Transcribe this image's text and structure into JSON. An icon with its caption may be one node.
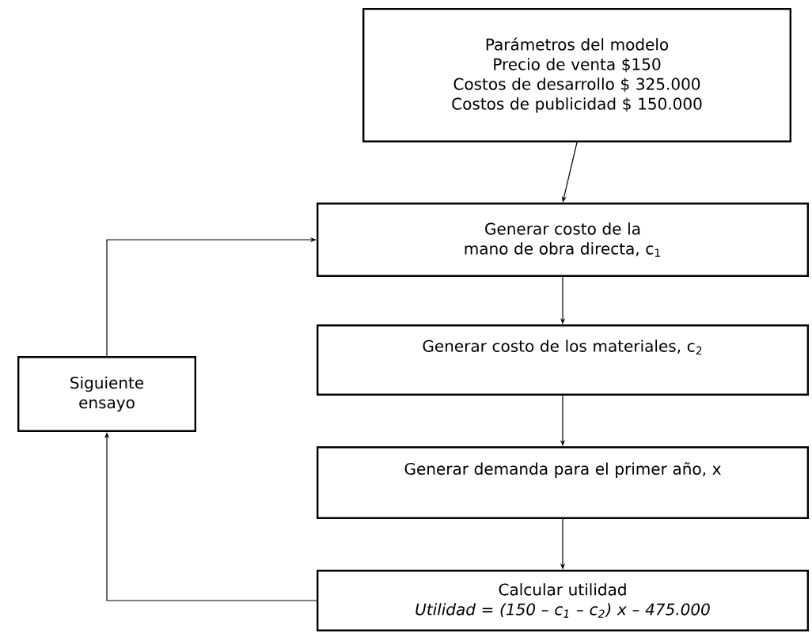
{
  "diagram": {
    "nodes": [
      {
        "text": [
          "Parámetros del modelo",
          "Precio de venta $150",
          "Costos de desarrollo $ 325.000",
          "Costos de publicidad $ 150.000"
        ]
      },
      {
        "text": [
          "Generar costo de la mano de obra directa, c$_{1}$"
        ]
      },
      {
        "text": [
          "Generar costo de los materiales, c$_{2}$"
        ]
      },
      {
        "text": [
          "Generar demanda para el primer año, x"
        ]
      },
      {
        "text": [
          "Calcular utilidad",
          "Utilidad = (150 – c$_{1}$ – c$_{2}$) x – 475.000"
        ]
      },
      {
        "text": [
          "Siguiente ensayo"
        ]
      }
    ],
    "edges": [
      {
        "from": 0,
        "to": 1,
        "arrow": "to"
      },
      {
        "from": 1,
        "to": 2,
        "arrow": "to"
      },
      {
        "from": 2,
        "to": 3,
        "arrow": "to"
      },
      {
        "from": 3,
        "to": 4,
        "arrow": "to"
      },
      {
        "from": 4,
        "to": 5,
        "arrow": "to"
      },
      {
        "from": 5,
        "to": 1,
        "arrow": "to"
      }
    ]
  }
}
